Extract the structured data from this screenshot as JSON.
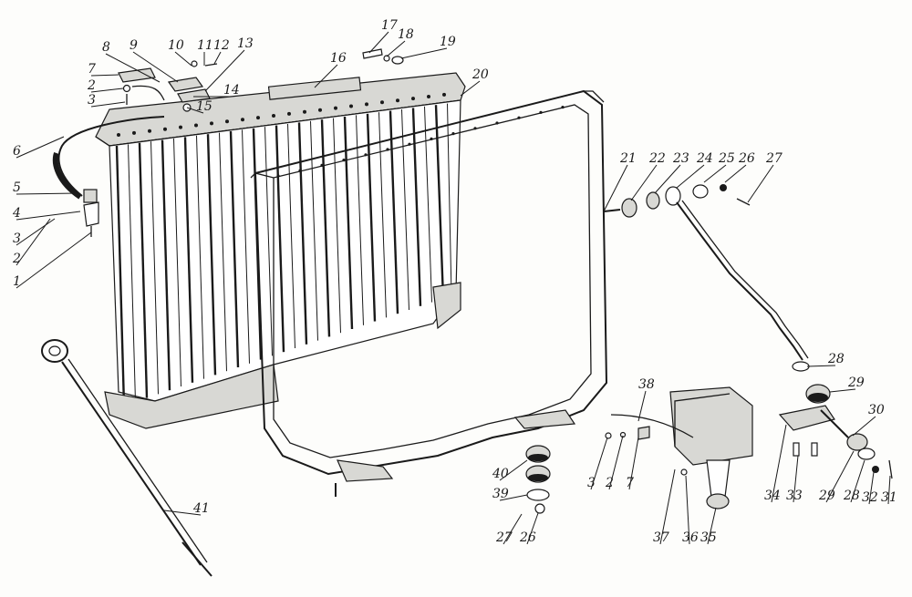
{
  "figure": {
    "callouts": [
      {
        "id": "c1",
        "text": "1"
      },
      {
        "id": "c2a",
        "text": "2"
      },
      {
        "id": "c2b",
        "text": "2"
      },
      {
        "id": "c2c",
        "text": "2"
      },
      {
        "id": "c3a",
        "text": "3"
      },
      {
        "id": "c3b",
        "text": "3"
      },
      {
        "id": "c3c",
        "text": "3"
      },
      {
        "id": "c4",
        "text": "4"
      },
      {
        "id": "c5",
        "text": "5"
      },
      {
        "id": "c6",
        "text": "6"
      },
      {
        "id": "c7a",
        "text": "7"
      },
      {
        "id": "c7b",
        "text": "7"
      },
      {
        "id": "c8",
        "text": "8"
      },
      {
        "id": "c9",
        "text": "9"
      },
      {
        "id": "c10",
        "text": "10"
      },
      {
        "id": "c11",
        "text": "11"
      },
      {
        "id": "c12",
        "text": "12"
      },
      {
        "id": "c13",
        "text": "13"
      },
      {
        "id": "c14",
        "text": "14"
      },
      {
        "id": "c15",
        "text": "15"
      },
      {
        "id": "c16",
        "text": "16"
      },
      {
        "id": "c17",
        "text": "17"
      },
      {
        "id": "c18",
        "text": "18"
      },
      {
        "id": "c19",
        "text": "19"
      },
      {
        "id": "c20",
        "text": "20"
      },
      {
        "id": "c21",
        "text": "21"
      },
      {
        "id": "c22",
        "text": "22"
      },
      {
        "id": "c23",
        "text": "23"
      },
      {
        "id": "c24",
        "text": "24"
      },
      {
        "id": "c25",
        "text": "25"
      },
      {
        "id": "c26a",
        "text": "26"
      },
      {
        "id": "c26b",
        "text": "26"
      },
      {
        "id": "c27a",
        "text": "27"
      },
      {
        "id": "c27b",
        "text": "27"
      },
      {
        "id": "c28a",
        "text": "28"
      },
      {
        "id": "c28b",
        "text": "28"
      },
      {
        "id": "c29a",
        "text": "29"
      },
      {
        "id": "c29b",
        "text": "29"
      },
      {
        "id": "c30",
        "text": "30"
      },
      {
        "id": "c31",
        "text": "31"
      },
      {
        "id": "c32",
        "text": "32"
      },
      {
        "id": "c33",
        "text": "33"
      },
      {
        "id": "c34",
        "text": "34"
      },
      {
        "id": "c35",
        "text": "35"
      },
      {
        "id": "c36",
        "text": "36"
      },
      {
        "id": "c37",
        "text": "37"
      },
      {
        "id": "c38",
        "text": "38"
      },
      {
        "id": "c39",
        "text": "39"
      },
      {
        "id": "c40",
        "text": "40"
      },
      {
        "id": "c41",
        "text": "41"
      }
    ]
  }
}
